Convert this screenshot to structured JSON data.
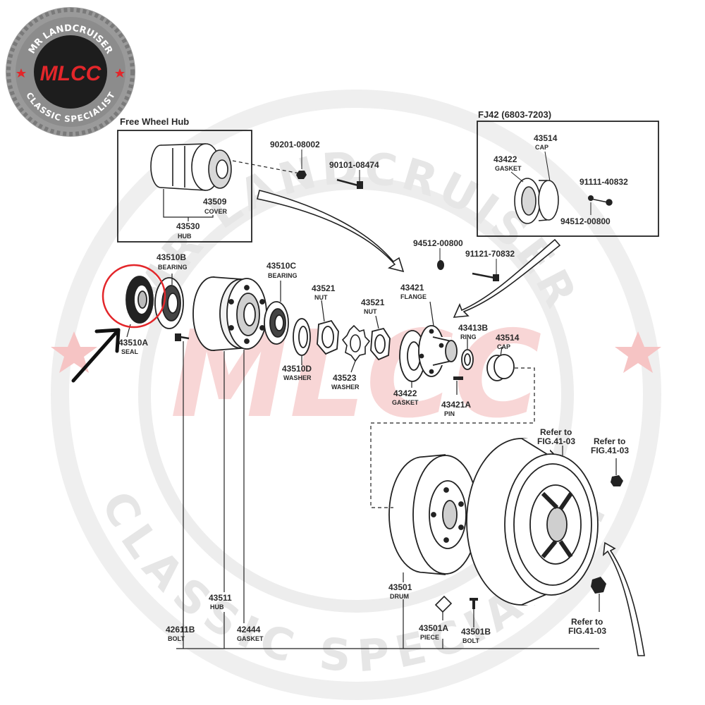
{
  "logo": {
    "top_text": "MR LANDCRUISER",
    "bottom_text": "CLASSIC SPECIALIST",
    "mark": "MLCC",
    "colors": {
      "ring": "#8a8a8a",
      "center": "#1d1d1d",
      "accent": "#e3262a"
    }
  },
  "watermark": {
    "top_text": "MR LANDCRUISER",
    "bottom_text": "CLASSIC SPECIALIST",
    "center_mark": "MLCC",
    "colors": {
      "ring": "#e7e7e7",
      "mark": "#f6c9c9",
      "star": "#f4b9b9"
    }
  },
  "insets": {
    "free_wheel_hub": {
      "title": "Free Wheel Hub",
      "parts": [
        {
          "number": "43509",
          "name": "COVER"
        },
        {
          "number": "43530",
          "name": "HUB"
        }
      ]
    },
    "fj42": {
      "title": "FJ42 (6803-7203)",
      "parts": [
        {
          "number": "43514",
          "name": "CAP"
        },
        {
          "number": "43422",
          "name": "GASKET"
        },
        {
          "number": "91111-40832",
          "name": ""
        },
        {
          "number": "94512-00800",
          "name": ""
        }
      ]
    }
  },
  "callouts": {
    "p90201": {
      "number": "90201-08002",
      "name": ""
    },
    "p90101": {
      "number": "90101-08474",
      "name": ""
    },
    "p94512": {
      "number": "94512-00800",
      "name": ""
    },
    "p91121": {
      "number": "91121-70832",
      "name": ""
    },
    "p43510B": {
      "number": "43510B",
      "name": "BEARING"
    },
    "p43510A": {
      "number": "43510A",
      "name": "SEAL"
    },
    "p43510C": {
      "number": "43510C",
      "name": "BEARING"
    },
    "p43521a": {
      "number": "43521",
      "name": "NUT"
    },
    "p43521b": {
      "number": "43521",
      "name": "NUT"
    },
    "p43421": {
      "number": "43421",
      "name": "FLANGE"
    },
    "p43413B": {
      "number": "43413B",
      "name": "RING"
    },
    "p43514": {
      "number": "43514",
      "name": "CAP"
    },
    "p43510D": {
      "number": "43510D",
      "name": "WASHER"
    },
    "p43523": {
      "number": "43523",
      "name": "WASHER"
    },
    "p43422": {
      "number": "43422",
      "name": "GASKET"
    },
    "p43421A": {
      "number": "43421A",
      "name": "PIN"
    },
    "p43511": {
      "number": "43511",
      "name": "HUB"
    },
    "p42611B": {
      "number": "42611B",
      "name": "BOLT"
    },
    "p42444": {
      "number": "42444",
      "name": "GASKET"
    },
    "p43501": {
      "number": "43501",
      "name": "DRUM"
    },
    "p43501A": {
      "number": "43501A",
      "name": "PIECE"
    },
    "p43501B": {
      "number": "43501B",
      "name": "BOLT"
    }
  },
  "refs": {
    "ref1": [
      "Refer to",
      "FIG.41-03"
    ],
    "ref2": [
      "Refer to",
      "FIG.41-03"
    ],
    "ref3": [
      "Refer to",
      "FIG.41-03"
    ]
  },
  "highlight": {
    "target": "43510A",
    "circle_color": "#e3262a",
    "arrow_color": "#111111"
  }
}
